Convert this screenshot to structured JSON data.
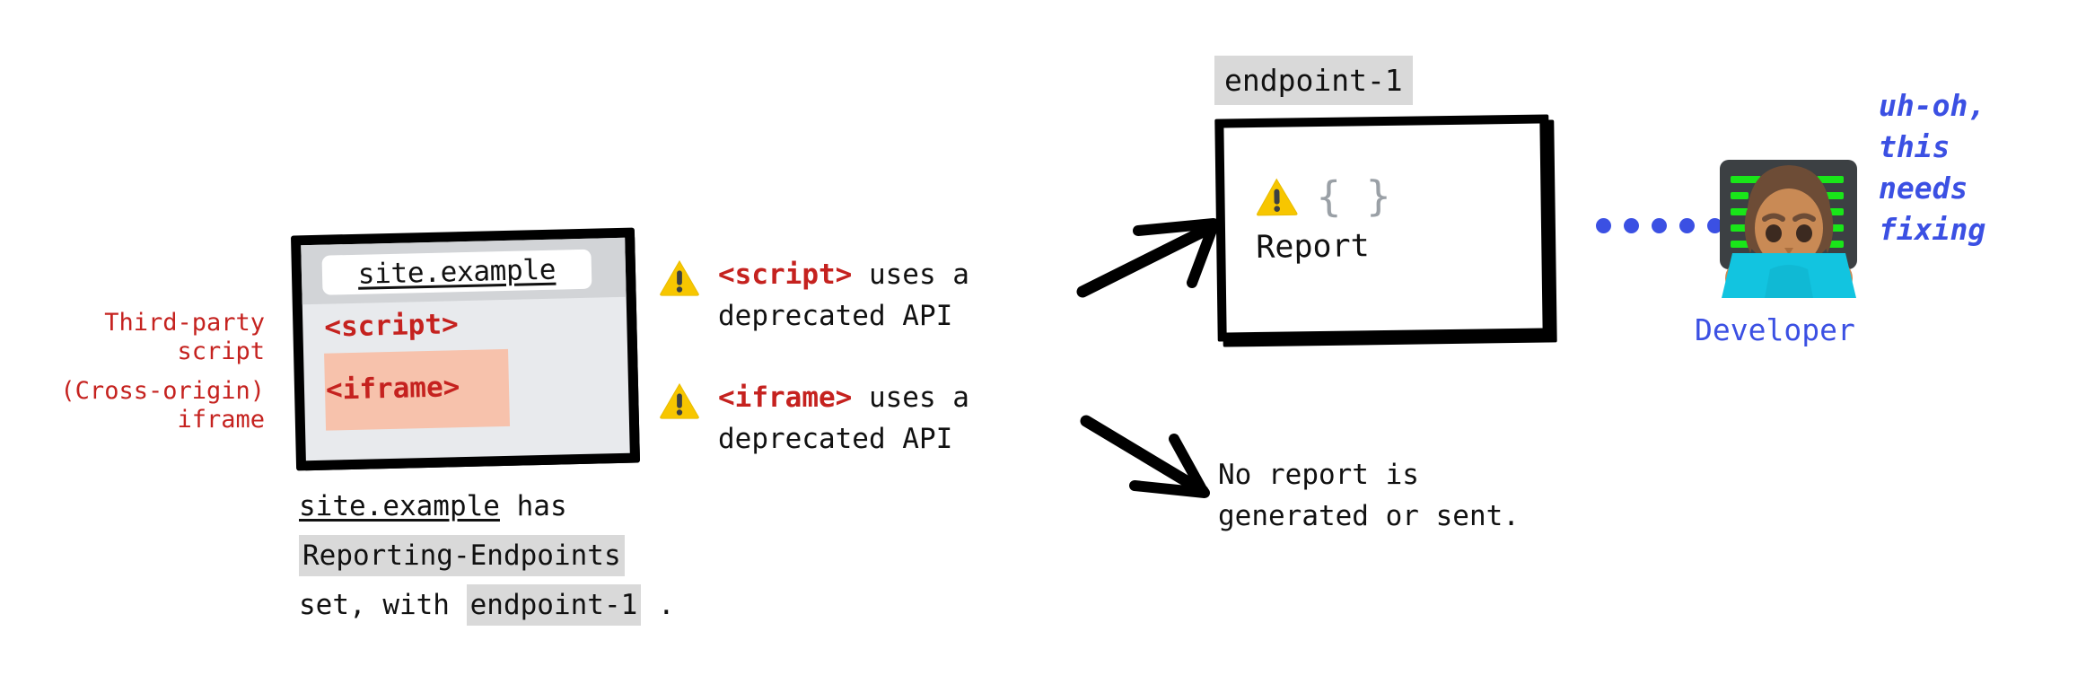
{
  "colors": {
    "red": "#C5221F",
    "blue": "#3B50E3",
    "chip_gray": "#D9D9D9",
    "iframe_highlight": "#F7C2AC",
    "warning_yellow": "#F5C518",
    "braces_gray": "#9AA0A6"
  },
  "annotations": {
    "third_party_script": "Third-party\nscript",
    "cross_origin_iframe": "(Cross-origin)\niframe"
  },
  "browser": {
    "url": "site.example",
    "script_tag": "<script>",
    "iframe_tag": "<iframe>"
  },
  "caption": {
    "line1_link": "site.example",
    "line1_rest": " has",
    "line2_chip": "Reporting-Endpoints",
    "line3_pre": "set, with ",
    "line3_chip": "endpoint-1",
    "line3_post": " ."
  },
  "warnings": [
    {
      "icon": "warning-triangle-icon",
      "tag": "<script>",
      "rest": " uses a",
      "line2": "deprecated API"
    },
    {
      "icon": "warning-triangle-icon",
      "tag": "<iframe>",
      "rest": " uses a",
      "line2": "deprecated API"
    }
  ],
  "report": {
    "endpoint_label": "endpoint-1",
    "braces": "{ }",
    "title": "Report"
  },
  "no_report": {
    "line1": "No report is",
    "line2": "generated or sent."
  },
  "developer": {
    "label": "Developer",
    "speech": "uh-oh,\nthis\nneeds\nfixing",
    "emoji_name": "woman-technologist-emoji"
  },
  "connector": {
    "dot_count": 6
  }
}
